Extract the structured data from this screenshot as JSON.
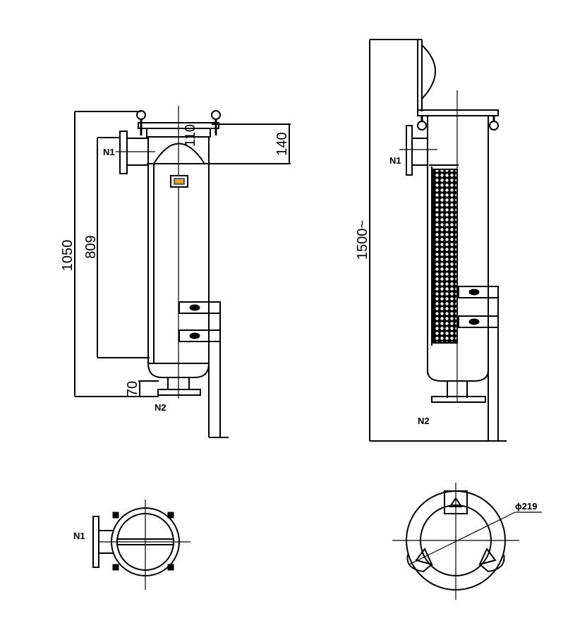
{
  "labels": {
    "n1_front": "N1",
    "n2_front": "N2",
    "n1_side": "N1",
    "n2_side": "N2",
    "n1_top": "N1"
  },
  "dimensions": {
    "overall_height": "1050",
    "inlet_to_outlet": "809",
    "lid_height": "110",
    "top_to_inlet": "140",
    "outlet_height": "70",
    "open_height": "1500~",
    "diameter": "ϕ219"
  },
  "colors": {
    "line": "#000000",
    "background": "#ffffff",
    "indicator": "#e8a317"
  }
}
